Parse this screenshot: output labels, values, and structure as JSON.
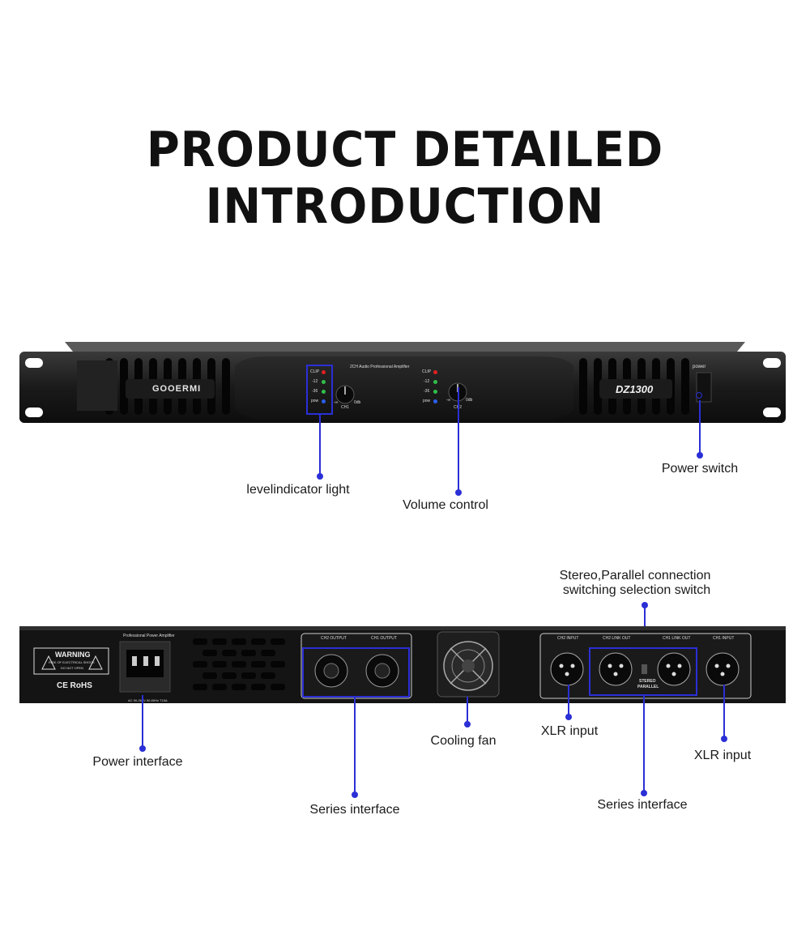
{
  "headline": "PRODUCT DETAILED INTRODUCTION",
  "front": {
    "brand": "GOOERMI",
    "model": "DZ1300",
    "subtitle": "2CH Audio Professional Amplifier",
    "power_label": "power",
    "ch1": "CH1",
    "ch2": "CH2",
    "led_labels": [
      "CLIP",
      "-12",
      "-36",
      "pow"
    ],
    "knob_min": "-∞",
    "knob_max": "0db",
    "callouts": {
      "level": "levelindicator light",
      "volume": "Volume control",
      "power": "Power switch"
    }
  },
  "rear": {
    "panel_title": "Professional Power Amplifier",
    "warning_title": "WARNING",
    "warning_line1": "RISK OF ELECTRICAL SHOCK",
    "warning_line2": "DO NOT OPEN",
    "cert": "CE RoHS",
    "ac_text": "AC 90-264V 50-60Hz T15A",
    "ch2_output": "CH2 OUTPUT",
    "ch1_output": "CH1 OUTPUT",
    "ch2_input": "CH2 INPUT",
    "ch2_link": "CH2 LINK OUT",
    "ch1_link": "CH1 LINK OUT",
    "ch1_input": "CH1 INPUT",
    "stereo": "STEREO",
    "parallel": "PARALLEL",
    "callouts": {
      "switch_line1": "Stereo,Parallel connection",
      "switch_line2": "switching selection switch",
      "power_interface": "Power interface",
      "series_left": "Series interface",
      "cooling_fan": "Cooling fan",
      "xlr_left": "XLR input",
      "xlr_right": "XLR input",
      "series_right": "Series interface"
    }
  },
  "colors": {
    "callout": "#2b2fd6",
    "chassis": "#1c1c1c"
  }
}
